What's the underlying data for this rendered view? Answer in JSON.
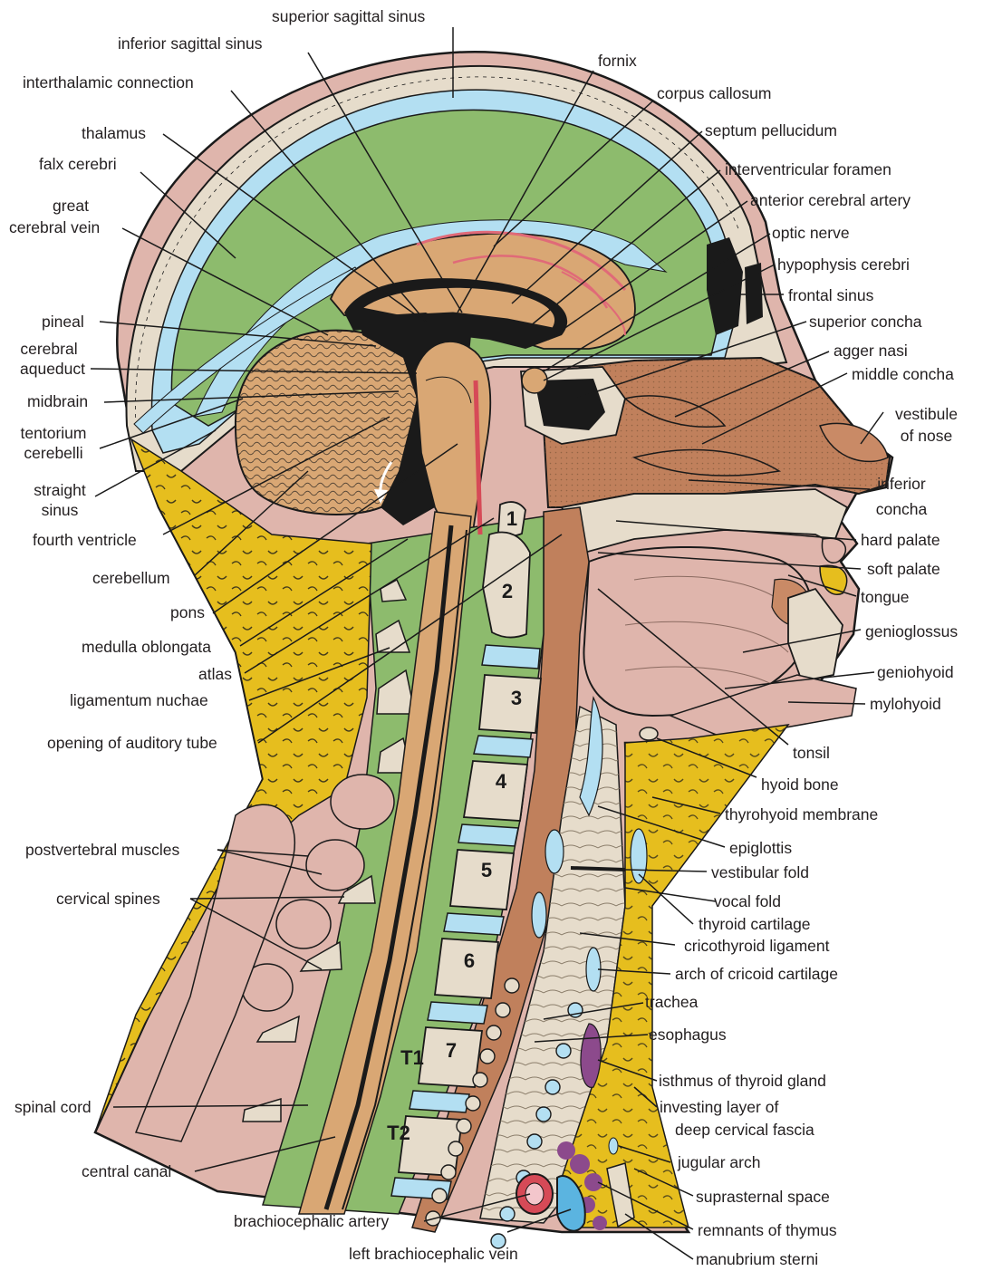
{
  "diagram": {
    "colors": {
      "brain": "#d9a774",
      "csf": "#b3dff2",
      "dura_green": "#8dbb6d",
      "bone": "#e6dccb",
      "fat_yellow": "#e6be1e",
      "nasal": "#c0805c",
      "muscle_pink": "#dfb5ac",
      "thymus_purple": "#8c4a8c",
      "artery_red": "#d64a57",
      "vein_blue": "#5bb4e0",
      "outline": "#1a1a1a"
    },
    "vertebrae": [
      "1",
      "2",
      "3",
      "4",
      "5",
      "6",
      "7",
      "T1",
      "T2"
    ],
    "labels": {
      "superior_sagittal_sinus": "superior sagittal sinus",
      "inferior_sagittal_sinus": "inferior sagittal sinus",
      "fornix": "fornix",
      "interthalamic_connection": "interthalamic connection",
      "corpus_callosum": "corpus callosum",
      "thalamus": "thalamus",
      "septum_pellucidum": "septum pellucidum",
      "falx_cerebri": "falx cerebri",
      "interventricular_foramen": "interventricular foramen",
      "great_cerebral_vein_1": "great",
      "great_cerebral_vein_2": "cerebral vein",
      "anterior_cerebral_artery": "anterior cerebral artery",
      "optic_nerve": "optic nerve",
      "hypophysis_cerebri": "hypophysis cerebri",
      "frontal_sinus": "frontal sinus",
      "pineal": "pineal",
      "superior_concha": "superior concha",
      "cerebral_aqueduct_1": "cerebral",
      "cerebral_aqueduct_2": "aqueduct",
      "agger_nasi": "agger nasi",
      "middle_concha": "middle concha",
      "midbrain": "midbrain",
      "tentorium_cerebelli_1": "tentorium",
      "tentorium_cerebelli_2": "cerebelli",
      "vestibule_of_nose_1": "vestibule",
      "vestibule_of_nose_2": "of nose",
      "straight_sinus_1": "straight",
      "straight_sinus_2": "sinus",
      "inferior_concha_1": "inferior",
      "inferior_concha_2": "concha",
      "fourth_ventricle": "fourth ventricle",
      "hard_palate": "hard palate",
      "soft_palate": "soft palate",
      "cerebellum": "cerebellum",
      "tongue": "tongue",
      "pons": "pons",
      "genioglossus": "genioglossus",
      "medulla_oblongata": "medulla oblongata",
      "atlas": "atlas",
      "geniohyoid": "geniohyoid",
      "ligamentum_nuchae": "ligamentum nuchae",
      "mylohyoid": "mylohyoid",
      "opening_of_auditory_tube": "opening of auditory tube",
      "tonsil": "tonsil",
      "hyoid_bone": "hyoid bone",
      "thyrohyoid_membrane": "thyrohyoid membrane",
      "epiglottis": "epiglottis",
      "postvertebral_muscles": "postvertebral muscles",
      "vestibular_fold": "vestibular fold",
      "cervical_spines": "cervical spines",
      "vocal_fold": "vocal fold",
      "thyroid_cartilage": "thyroid cartilage",
      "cricothyroid_ligament": "cricothyroid ligament",
      "arch_of_cricoid_cartilage": "arch of cricoid cartilage",
      "trachea": "trachea",
      "esophagus": "esophagus",
      "isthmus_of_thyroid_gland": "isthmus of thyroid gland",
      "investing_layer_1": "investing layer of",
      "investing_layer_2": "deep cervical fascia",
      "spinal_cord": "spinal cord",
      "jugular_arch": "jugular arch",
      "central_canal": "central canal",
      "suprasternal_space": "suprasternal space",
      "brachiocephalic_artery": "brachiocephalic artery",
      "remnants_of_thymus": "remnants of thymus",
      "left_brachiocephalic_vein": "left brachiocephalic vein",
      "manubrium_sterni": "manubrium sterni"
    }
  }
}
